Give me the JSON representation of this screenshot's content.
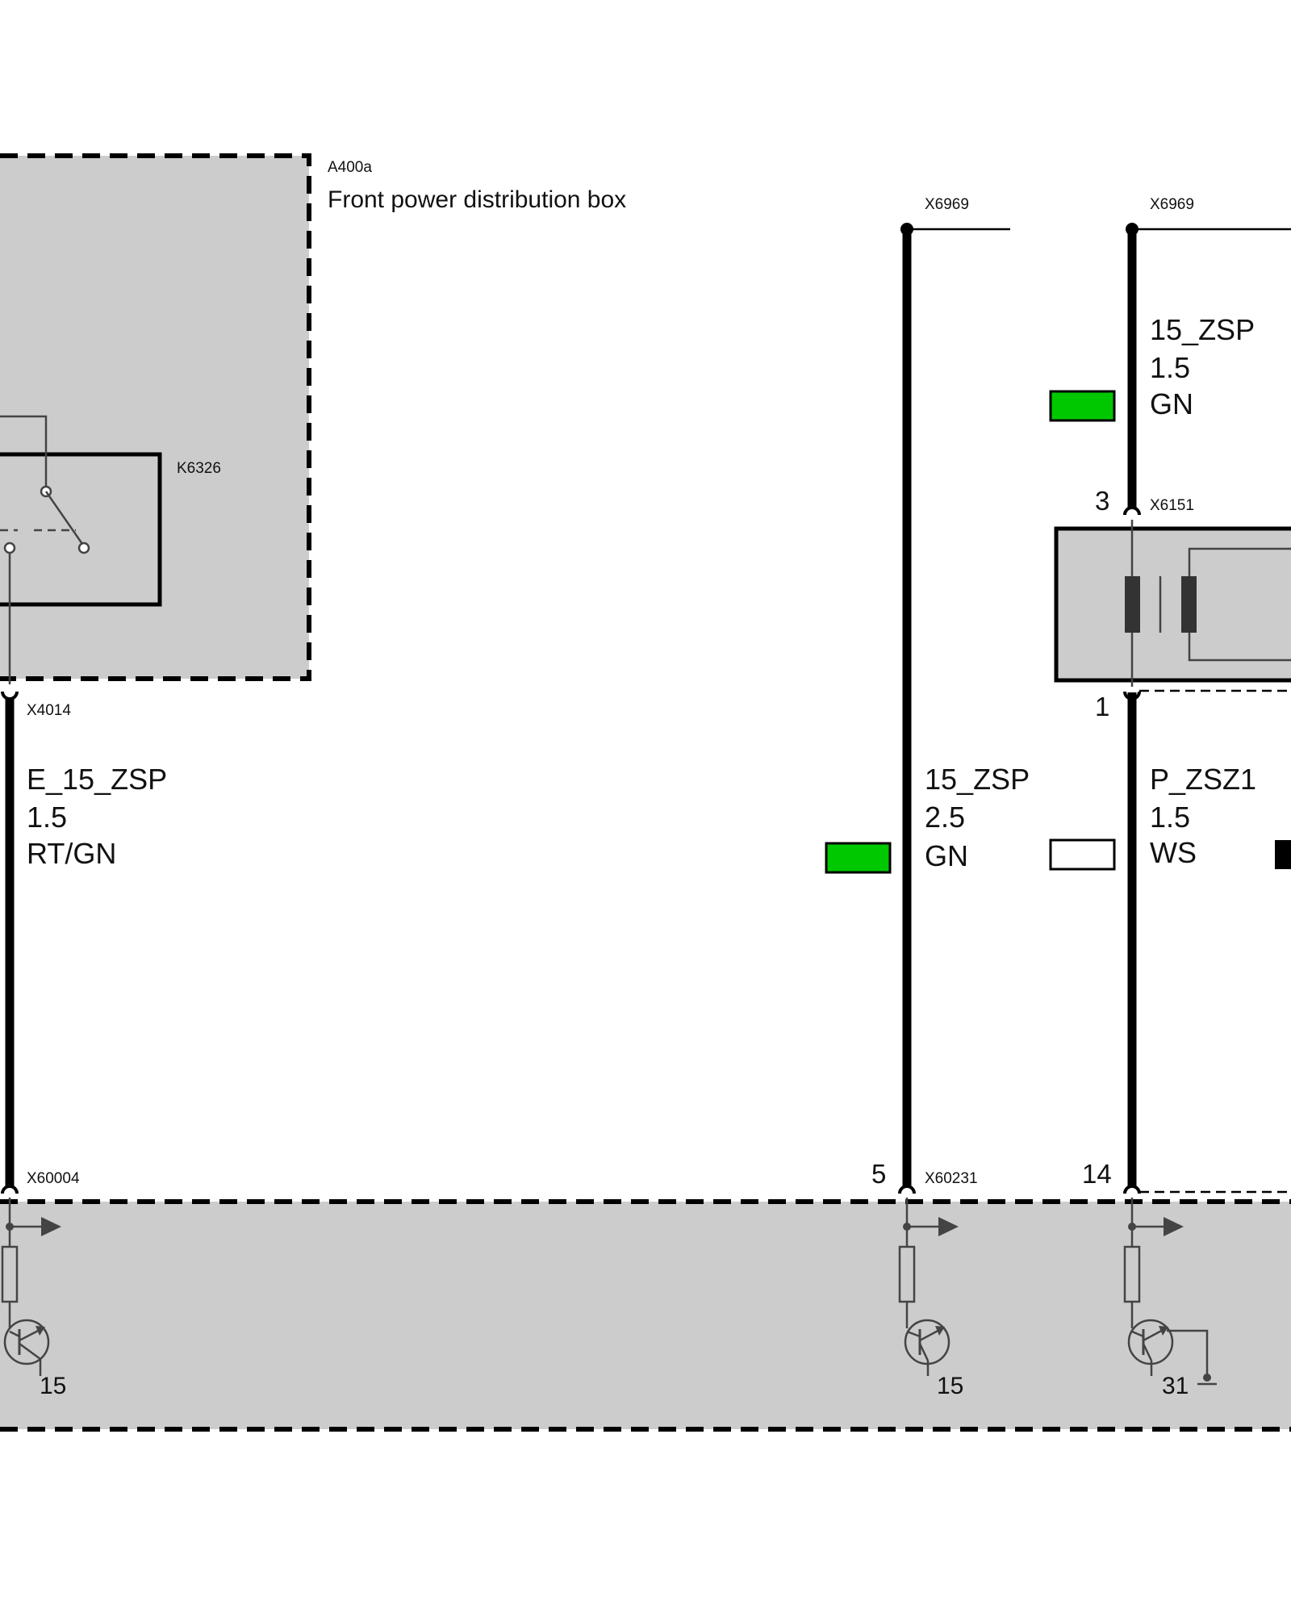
{
  "pdb": {
    "code": "A400a",
    "title": "Front power distribution box"
  },
  "relay": {
    "code": "K6326"
  },
  "connectors": {
    "x4014": "X4014",
    "x60004": "X60004",
    "x6969_a": "X6969",
    "x6969_b": "X6969",
    "x60231": "X60231",
    "x6151": "X6151"
  },
  "wires": [
    {
      "name": "E_15_ZSP",
      "size": "1.5",
      "color": "RT/GN"
    },
    {
      "name": "15_ZSP",
      "size": "2.5",
      "color": "GN",
      "swatch": "#00c800"
    },
    {
      "name": "P_ZSZ1",
      "size": "1.5",
      "color": "WS",
      "swatch": "#ffffff"
    },
    {
      "name": "15_ZSP",
      "size": "1.5",
      "color": "GN",
      "swatch": "#00c800"
    }
  ],
  "pins": {
    "p5": "5",
    "p14": "14",
    "p3": "3",
    "p1": "1"
  },
  "terminals": {
    "t1": "15",
    "t2": "15",
    "t3": "31"
  },
  "colors": {
    "module_fill": "#cccccc",
    "gn_swatch": "#00c800",
    "ws_swatch": "#ffffff",
    "dark_swatch": "#000000"
  }
}
